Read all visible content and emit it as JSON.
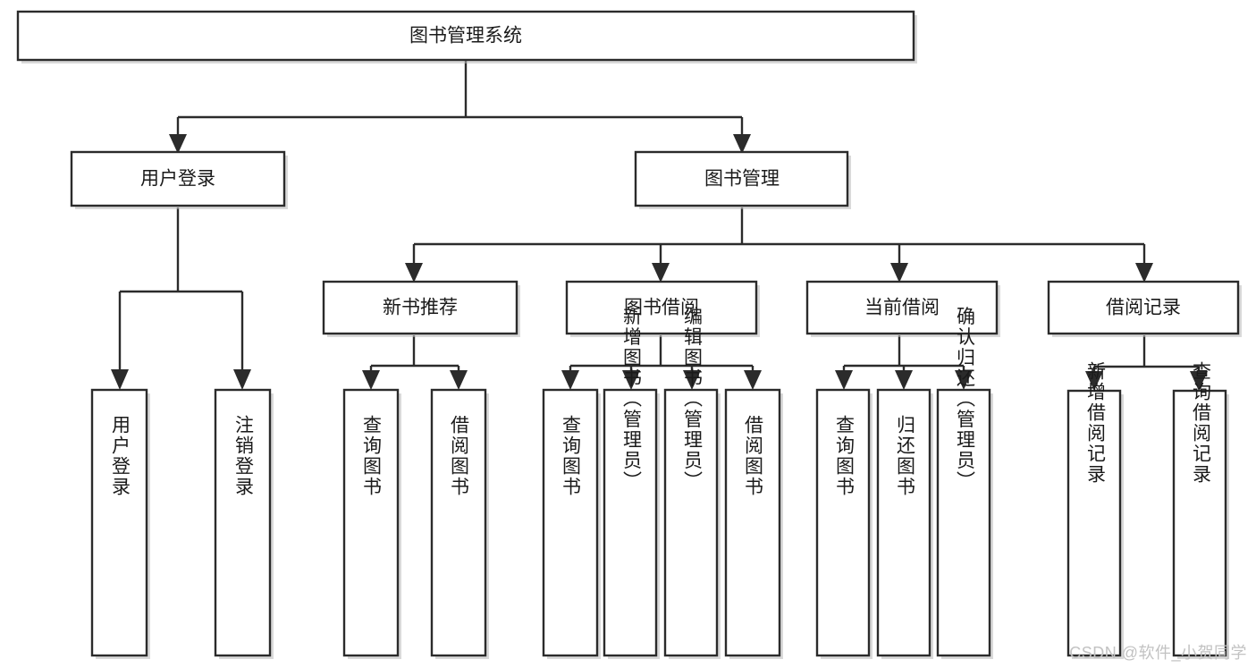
{
  "diagram": {
    "type": "hierarchy-tree",
    "title": "图书管理系统",
    "root": {
      "id": "root",
      "label": "图书管理系统",
      "orientation": "horizontal"
    },
    "level2": [
      {
        "id": "user-login",
        "label": "用户登录",
        "orientation": "horizontal"
      },
      {
        "id": "book-manage",
        "label": "图书管理",
        "orientation": "horizontal"
      }
    ],
    "level3": [
      {
        "id": "new-book-recommend",
        "label": "新书推荐",
        "orientation": "horizontal",
        "parent": "book-manage"
      },
      {
        "id": "book-borrow",
        "label": "图书借阅",
        "orientation": "horizontal",
        "parent": "book-manage"
      },
      {
        "id": "current-borrow",
        "label": "当前借阅",
        "orientation": "horizontal",
        "parent": "book-manage"
      },
      {
        "id": "borrow-record",
        "label": "借阅记录",
        "orientation": "horizontal",
        "parent": "book-manage"
      }
    ],
    "leaves": [
      {
        "id": "leaf-user-login",
        "label": "用户登录",
        "orientation": "vertical",
        "parent": "user-login"
      },
      {
        "id": "leaf-logout",
        "label": "注销登录",
        "orientation": "vertical",
        "parent": "user-login"
      },
      {
        "id": "leaf-query-book-1",
        "label": "查询图书",
        "orientation": "vertical",
        "parent": "new-book-recommend"
      },
      {
        "id": "leaf-borrow-book-1",
        "label": "借阅图书",
        "orientation": "vertical",
        "parent": "new-book-recommend"
      },
      {
        "id": "leaf-query-book-2",
        "label": "查询图书",
        "orientation": "vertical",
        "parent": "book-borrow"
      },
      {
        "id": "leaf-add-book",
        "label": "新增图书（管理员）",
        "orientation": "vertical",
        "parent": "book-borrow"
      },
      {
        "id": "leaf-edit-book",
        "label": "编辑图书（管理员）",
        "orientation": "vertical",
        "parent": "book-borrow"
      },
      {
        "id": "leaf-borrow-book-2",
        "label": "借阅图书",
        "orientation": "vertical",
        "parent": "book-borrow"
      },
      {
        "id": "leaf-query-book-3",
        "label": "查询图书",
        "orientation": "vertical",
        "parent": "current-borrow"
      },
      {
        "id": "leaf-return-book",
        "label": "归还图书",
        "orientation": "vertical",
        "parent": "current-borrow"
      },
      {
        "id": "leaf-confirm-return",
        "label": "确认归还（管理员）",
        "orientation": "vertical",
        "parent": "current-borrow"
      },
      {
        "id": "leaf-add-record",
        "label": "新增借阅记录",
        "orientation": "vertical",
        "parent": "borrow-record"
      },
      {
        "id": "leaf-query-record",
        "label": "查询借阅记录",
        "orientation": "vertical",
        "parent": "borrow-record"
      }
    ],
    "colors": {
      "background": "#ffffff",
      "box_fill": "#ffffff",
      "box_stroke": "#2b2b2b",
      "connector": "#2b2b2b",
      "text": "#1a1a1a",
      "watermark": "#c2c2c2"
    }
  },
  "watermark": {
    "text": "CSDN @软件_小贺同学"
  }
}
